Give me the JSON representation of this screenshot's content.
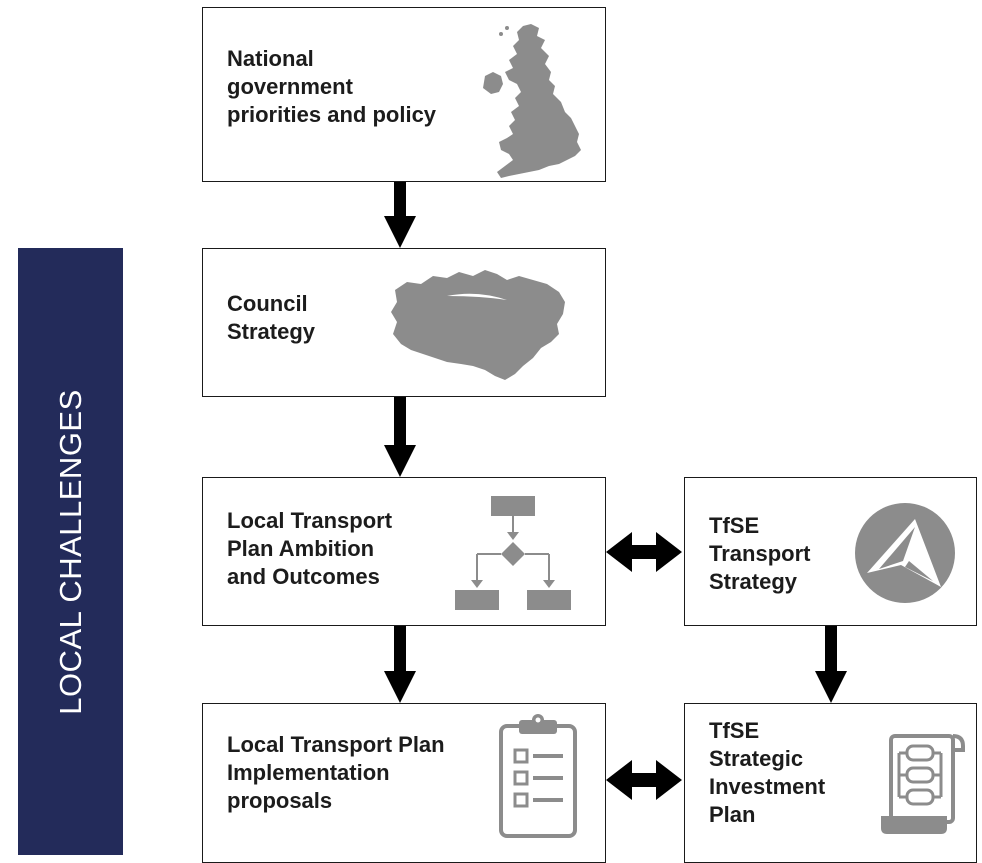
{
  "sidebar": {
    "label": "LOCAL CHALLENGES"
  },
  "boxes": {
    "national": {
      "label": "National\ngovernment\npriorities and policy",
      "icon": "uk-map-icon"
    },
    "council": {
      "label": "Council\nStrategy",
      "icon": "county-map-icon"
    },
    "ltp_ambition": {
      "label": "Local Transport\nPlan Ambition\nand Outcomes",
      "icon": "flowchart-icon"
    },
    "tfse_strategy": {
      "label": "TfSE\nTransport\nStrategy",
      "icon": "tfse-logo-icon"
    },
    "ltp_implementation": {
      "label": "Local Transport Plan\nImplementation\nproposals",
      "icon": "clipboard-checklist-icon"
    },
    "tfse_sip": {
      "label": "TfSE\nStrategic\nInvestment\nPlan",
      "icon": "scroll-plan-icon"
    }
  },
  "colors": {
    "sidebar_bg": "#232b5a",
    "icon_grey": "#8c8c8c",
    "arrow": "#000000"
  }
}
